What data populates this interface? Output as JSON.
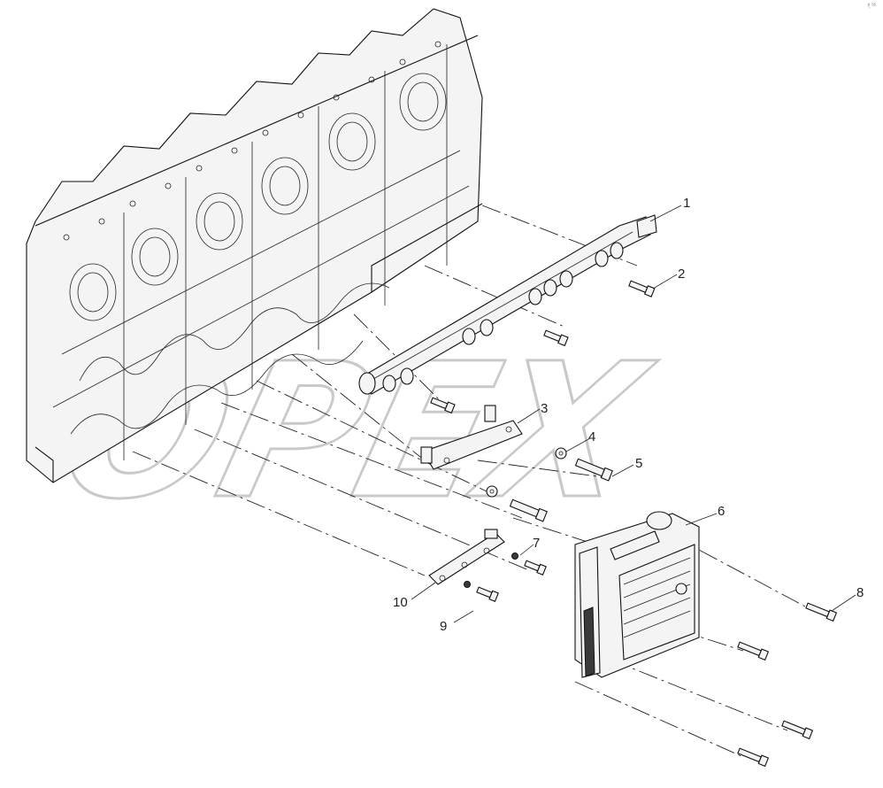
{
  "watermark": "OPEX",
  "corner_mark": "ᵖ᷊ ˢˢ",
  "callouts": [
    {
      "id": "1",
      "label": "1"
    },
    {
      "id": "2",
      "label": "2"
    },
    {
      "id": "3",
      "label": "3"
    },
    {
      "id": "4",
      "label": "4"
    },
    {
      "id": "5",
      "label": "5"
    },
    {
      "id": "6",
      "label": "6"
    },
    {
      "id": "7",
      "label": "7"
    },
    {
      "id": "8",
      "label": "8"
    },
    {
      "id": "9",
      "label": "9"
    },
    {
      "id": "10",
      "label": "10"
    }
  ]
}
